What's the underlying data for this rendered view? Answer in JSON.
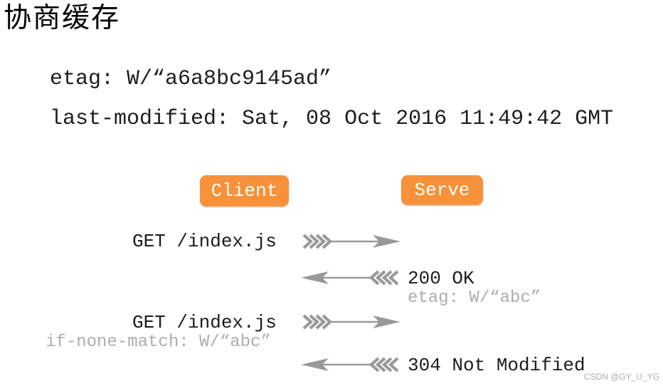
{
  "title": "协商缓存",
  "headers": {
    "etag": "etag: W/“a6a8bc9145ad”",
    "last_modified": "last-modified: Sat, 08 Oct 2016 11:49:42 GMT"
  },
  "actors": {
    "client": "Client",
    "server": "Serve"
  },
  "sequence": [
    {
      "label": "GET /index.js",
      "direction": "right"
    },
    {
      "label": "200 OK",
      "sub": "etag: W/“abc”",
      "direction": "left"
    },
    {
      "label": "GET /index.js",
      "sub": "if-none-match: W/“abc”",
      "direction": "right"
    },
    {
      "label": "304 Not Modified",
      "direction": "left"
    }
  ],
  "watermark": "CSDN @GY_U_YG",
  "colors": {
    "actor_bg": "#F7913A",
    "actor_text": "#FFFDF8",
    "arrow": "#999999",
    "text": "#1C1C1E",
    "muted_text": "#ADADAD",
    "watermark_text": "#AAADB3"
  }
}
